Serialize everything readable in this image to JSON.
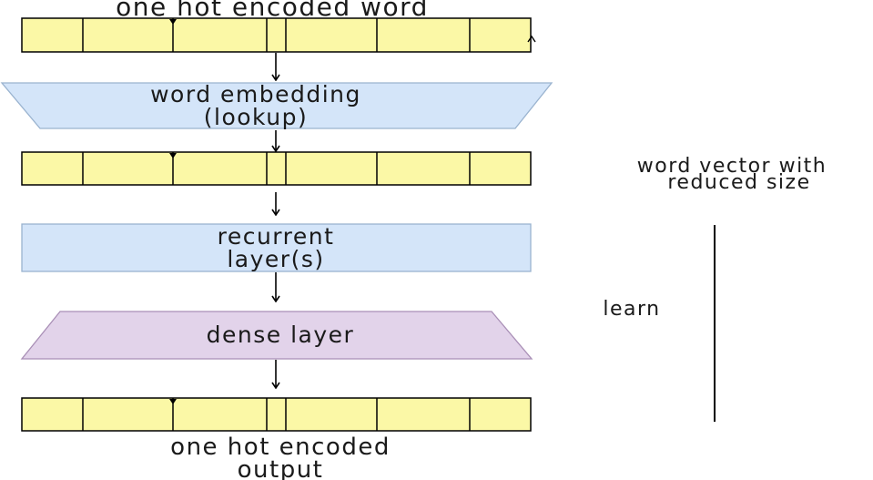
{
  "diagram": {
    "input_label": "one hot encoded word",
    "embedding_line1": "word embedding",
    "embedding_line2": "(lookup)",
    "vector_note_line1": "word vector with",
    "vector_note_line2": "reduced size",
    "recurrent_line1": "recurrent",
    "recurrent_line2": "layer(s)",
    "dense_label": "dense layer",
    "learn_label": "learn",
    "output_line1": "one hot encoded",
    "output_line2": "output",
    "colors": {
      "vector_fill": "#fbf8a6",
      "embedding_fill": "#d4e5f9",
      "embedding_stroke": "#9ab3cf",
      "recurrent_fill": "#d4e5f9",
      "recurrent_stroke": "#9ab3cf",
      "dense_fill": "#e2d3ea",
      "dense_stroke": "#a98fb6",
      "line": "#000000"
    }
  }
}
